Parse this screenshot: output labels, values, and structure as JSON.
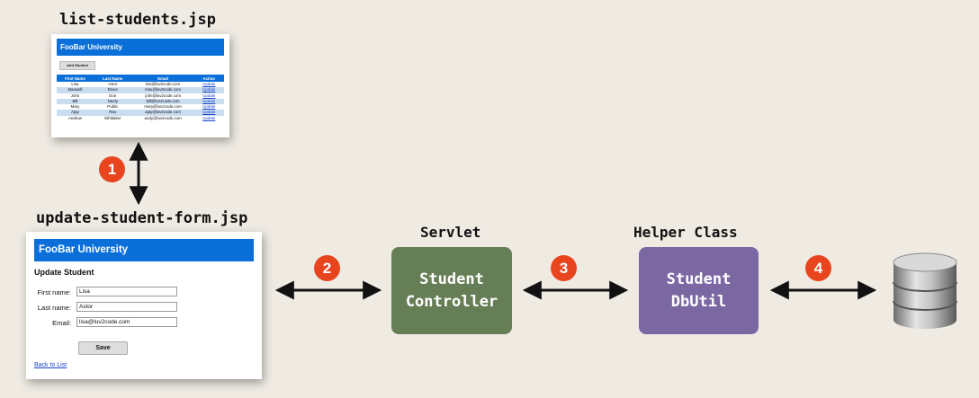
{
  "captions": {
    "list_page": "list-students.jsp",
    "form_page": "update-student-form.jsp",
    "servlet": "Servlet",
    "helper": "Helper Class"
  },
  "list_screenshot": {
    "banner": "FooBar University",
    "add_button": "Add Student",
    "columns": [
      "First Name",
      "Last Name",
      "Email",
      "Action"
    ],
    "rows": [
      [
        "Lisa",
        "Astor",
        "lisa@luv2code.com",
        "Update"
      ],
      [
        "Maxwell",
        "Dixon",
        "max@luv2code.com",
        "Update"
      ],
      [
        "John",
        "Doe",
        "john@luv2code.com",
        "Update"
      ],
      [
        "Bill",
        "Neely",
        "bill@luv2code.com",
        "Update"
      ],
      [
        "Mary",
        "Public",
        "mary@luv2code.com",
        "Update"
      ],
      [
        "Ajay",
        "Rao",
        "ajay@luv2code.com",
        "Update"
      ],
      [
        "Andrew",
        "Whittaker",
        "andy@luv2code.com",
        "Update"
      ]
    ]
  },
  "form_screenshot": {
    "banner": "FooBar University",
    "heading": "Update Student",
    "fields": [
      {
        "label": "First name:",
        "value": "Lisa"
      },
      {
        "label": "Last name:",
        "value": "Astor"
      },
      {
        "label": "Email:",
        "value": "lisa@luv2code.com"
      }
    ],
    "save_label": "Save",
    "back_link": "Back to List"
  },
  "boxes": {
    "controller": {
      "line1": "Student",
      "line2": "Controller",
      "color": "#667e56"
    },
    "dbutil": {
      "line1": "Student",
      "line2": "DbUtil",
      "color": "#7b68a3"
    }
  },
  "steps": [
    "1",
    "2",
    "3",
    "4"
  ],
  "colors": {
    "badge": "#e8451e",
    "banner": "#0a6fd8",
    "background": "#efebe3"
  },
  "icons": {
    "database": "database-icon"
  }
}
